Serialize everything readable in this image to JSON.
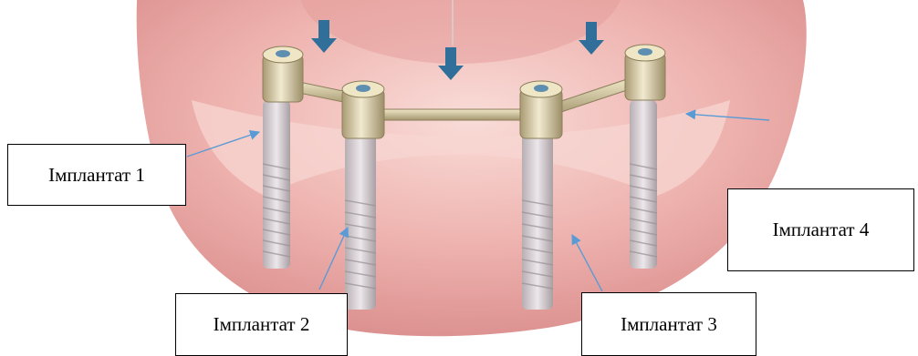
{
  "labels": {
    "implant_1": "Імплантат 1",
    "implant_2": "Імплантат 2",
    "implant_3": "Імплантат 3",
    "implant_4": "Імплантат 4"
  },
  "colors": {
    "gum": "#e9a4a3",
    "gum_light": "#f6d3d0",
    "metal": "#d9cfb0",
    "screw": "#c9c3c6",
    "arrow_insert": "#2f6f9a",
    "pointer": "#5b9bd5"
  },
  "icons": {
    "insertion_arrow": "down-arrow-icon"
  }
}
